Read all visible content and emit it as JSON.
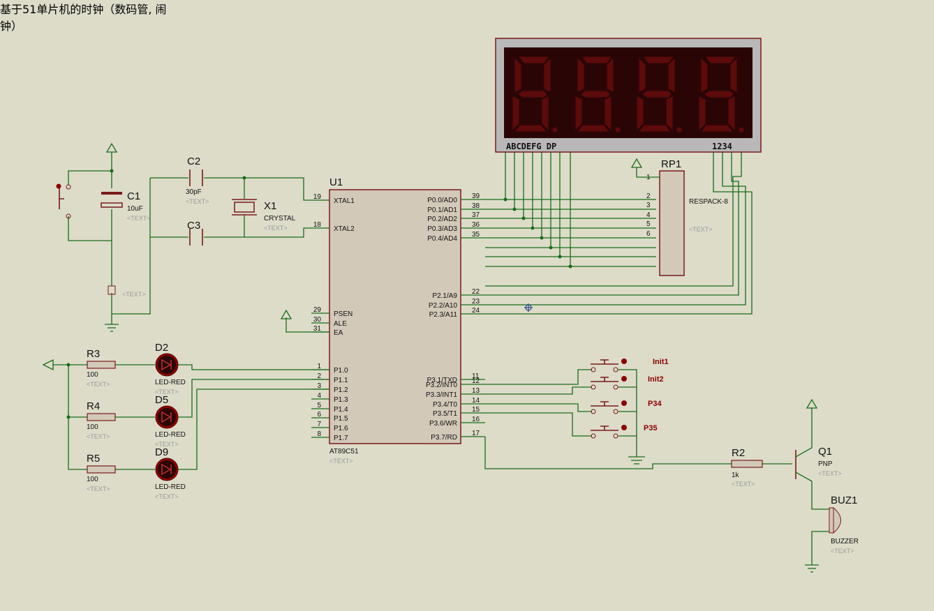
{
  "title": {
    "line1": "基于51单片机的时钟（数码管, 闹",
    "line2": "钟）"
  },
  "display": {
    "segments_label": "ABCDEFG  DP",
    "digits_label": "1234"
  },
  "mcu": {
    "ref": "U1",
    "part": "AT89C51",
    "text": "<TEXT>",
    "left_pins": [
      {
        "num": "19",
        "name": "XTAL1"
      },
      {
        "num": "18",
        "name": "XTAL2"
      },
      {
        "num": "29",
        "name": "PSEN"
      },
      {
        "num": "30",
        "name": "ALE"
      },
      {
        "num": "31",
        "name": "EA"
      },
      {
        "num": "1",
        "name": "P1.0"
      },
      {
        "num": "2",
        "name": "P1.1"
      },
      {
        "num": "3",
        "name": "P1.2"
      },
      {
        "num": "4",
        "name": "P1.3"
      },
      {
        "num": "5",
        "name": "P1.4"
      },
      {
        "num": "6",
        "name": "P1.5"
      },
      {
        "num": "7",
        "name": "P1.6"
      },
      {
        "num": "8",
        "name": "P1.7"
      }
    ],
    "right_pins": [
      {
        "num": "39",
        "name": "P0.0/AD0"
      },
      {
        "num": "38",
        "name": "P0.1/AD1"
      },
      {
        "num": "37",
        "name": "P0.2/AD2"
      },
      {
        "num": "36",
        "name": "P0.3/AD3"
      },
      {
        "num": "35",
        "name": "P0.4/AD4"
      },
      {
        "num": "22",
        "name": "P2.1/A9"
      },
      {
        "num": "23",
        "name": "P2.2/A10"
      },
      {
        "num": "24",
        "name": "P2.3/A11"
      },
      {
        "num": "11",
        "name": "P3.1/TXD"
      },
      {
        "num": "12",
        "name": "P3.2/INT0"
      },
      {
        "num": "13",
        "name": "P3.3/INT1"
      },
      {
        "num": "14",
        "name": "P3.4/T0"
      },
      {
        "num": "15",
        "name": "P3.5/T1"
      },
      {
        "num": "16",
        "name": "P3.6/WR"
      },
      {
        "num": "17",
        "name": "P3.7/RD"
      }
    ]
  },
  "components": {
    "c1": {
      "ref": "C1",
      "value": "10uF",
      "text": "<TEXT>"
    },
    "c2": {
      "ref": "C2",
      "value": "30pF",
      "text": "<TEXT>"
    },
    "c3": {
      "ref": "C3",
      "text": "<TEXT>"
    },
    "x1": {
      "ref": "X1",
      "value": "CRYSTAL",
      "text": "<TEXT>"
    },
    "rp1": {
      "ref": "RP1",
      "value": "RESPACK-8",
      "text": "<TEXT>",
      "pins": [
        "1",
        "2",
        "3",
        "4",
        "5",
        "6"
      ]
    },
    "r3": {
      "ref": "R3",
      "value": "100",
      "text": "<TEXT>"
    },
    "r4": {
      "ref": "R4",
      "value": "100",
      "text": "<TEXT>"
    },
    "r5": {
      "ref": "R5",
      "value": "100",
      "text": "<TEXT>"
    },
    "d2": {
      "ref": "D2",
      "value": "LED-RED",
      "text": "<TEXT>"
    },
    "d5": {
      "ref": "D5",
      "value": "LED-RED",
      "text": "<TEXT>"
    },
    "d9": {
      "ref": "D9",
      "value": "LED-RED",
      "text": "<TEXT>"
    },
    "r2": {
      "ref": "R2",
      "value": "1k",
      "text": "<TEXT>"
    },
    "q1": {
      "ref": "Q1",
      "value": "PNP",
      "text": "<TEXT>"
    },
    "buz1": {
      "ref": "BUZ1",
      "value": "BUZZER",
      "text": "<TEXT>"
    }
  },
  "switches": [
    "Init1",
    "Init2",
    "P34",
    "P35"
  ],
  "colors": {
    "background": "#dcdcc9",
    "wire": "#1a6b1a",
    "component": "#7a1a1a",
    "chip_fill": "#d3c9b9",
    "segment": "#5c0a0a",
    "switch_label": "#8b0000"
  }
}
